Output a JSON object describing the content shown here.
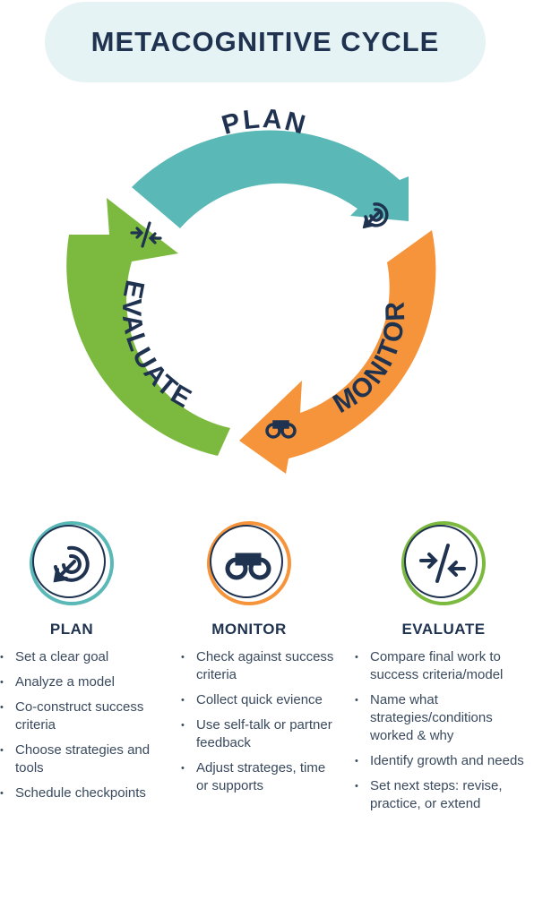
{
  "title": "METACOGNITIVE CYCLE",
  "cycle": {
    "plan_label": "PLAN",
    "monitor_label": "MONITOR",
    "evaluate_label": "EVALUATE",
    "colors": {
      "plan": "#5ab8b7",
      "monitor": "#f5943a",
      "evaluate": "#7cba3f",
      "ink": "#1f3350"
    }
  },
  "columns": {
    "plan": {
      "heading": "PLAN",
      "icon": "target-arrow-icon",
      "items": [
        "Set a clear goal",
        "Analyze a model",
        "Co-construct success criteria",
        "Choose strategies and tools",
        "Schedule checkpoints"
      ]
    },
    "monitor": {
      "heading": "MONITOR",
      "icon": "binoculars-icon",
      "items": [
        "Check against success criteria",
        "Collect quick evience",
        "Use self-talk or partner feedback",
        "Adjust strateges, time or supports"
      ]
    },
    "evaluate": {
      "heading": "EVALUATE",
      "icon": "converge-arrows-icon",
      "items": [
        "Compare final work to success criteria/model",
        "Name what strategies/conditions worked & why",
        "Identify growth and needs",
        "Set next steps: revise, practice, or extend"
      ]
    }
  }
}
